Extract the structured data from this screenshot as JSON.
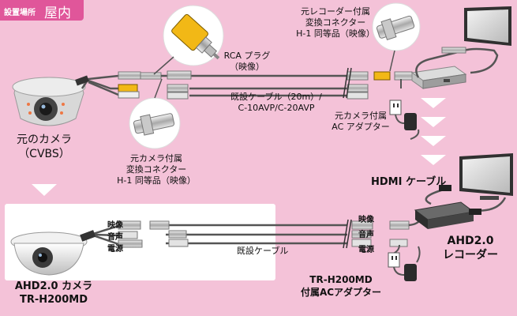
{
  "setting": {
    "label": "設置場所",
    "location": "屋内"
  },
  "top": {
    "rca_plug": {
      "line1": "RCA プラグ",
      "line2": "（映像）"
    },
    "recorder_connector": {
      "line1": "元レコーダー付属",
      "line2": "変換コネクター",
      "line3": "H-1 同等品（映像）"
    },
    "camera": {
      "line1": "元のカメラ",
      "line2": "（CVBS）"
    },
    "camera_connector": {
      "line1": "元カメラ付属",
      "line2": "変換コネクター",
      "line3": "H-1 同等品（映像）"
    },
    "cable": {
      "line1": "既設ケーブル（20m）/",
      "line2": "C-10AVP/C-20AVP"
    },
    "camera_adapter": {
      "line1": "元カメラ付属",
      "line2": "AC アダプター"
    }
  },
  "bottom": {
    "hdmi": "HDMI ケーブル",
    "recorder": {
      "line1": "AHD2.0",
      "line2": "レコーダー"
    },
    "camera": {
      "line1": "AHD2.0 カメラ",
      "line2": "TR-H200MD"
    },
    "left_labels": {
      "video": "映像",
      "audio": "音声",
      "power": "電源"
    },
    "right_labels": {
      "video": "映像",
      "audio": "音声",
      "power": "電源"
    },
    "cable": "既設ケーブル",
    "adapter": {
      "line1": "TR-H200MD",
      "line2": "付属ACアダプター"
    }
  },
  "colors": {
    "background": "#f4c2d8",
    "accent": "#e0569a",
    "cable": "#555555",
    "plug_yellow": "#f2b816"
  }
}
